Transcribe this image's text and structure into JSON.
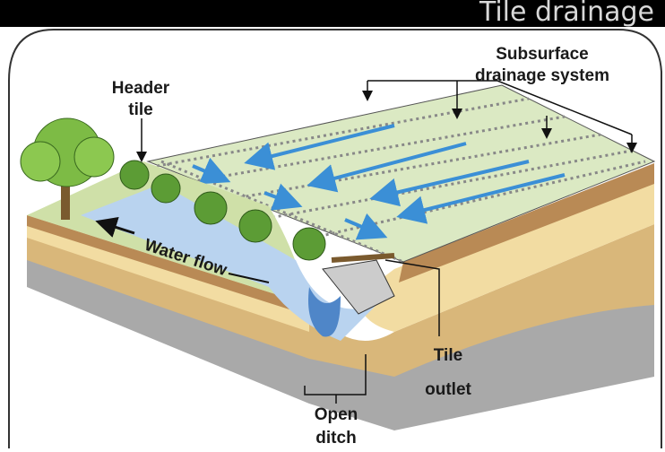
{
  "banner_title": "Tile drainage",
  "labels": {
    "subsurface_1": "Subsurface",
    "subsurface_2": "drainage system",
    "header_1": "Header",
    "header_2": "tile",
    "water_flow": "Water flow",
    "outlet_1": "Tile",
    "outlet_2": "outlet",
    "ditch_1": "Open",
    "ditch_2": "ditch"
  },
  "colors": {
    "field": "#dbe9c3",
    "soil_top": "#b98a55",
    "soil_mid": "#f2dca2",
    "soil_low": "#d9b77a",
    "bedrock": "#a9a9a9",
    "water": "#4f86c8",
    "arrow": "#3b8fd6",
    "tree": "#7dbb45"
  }
}
